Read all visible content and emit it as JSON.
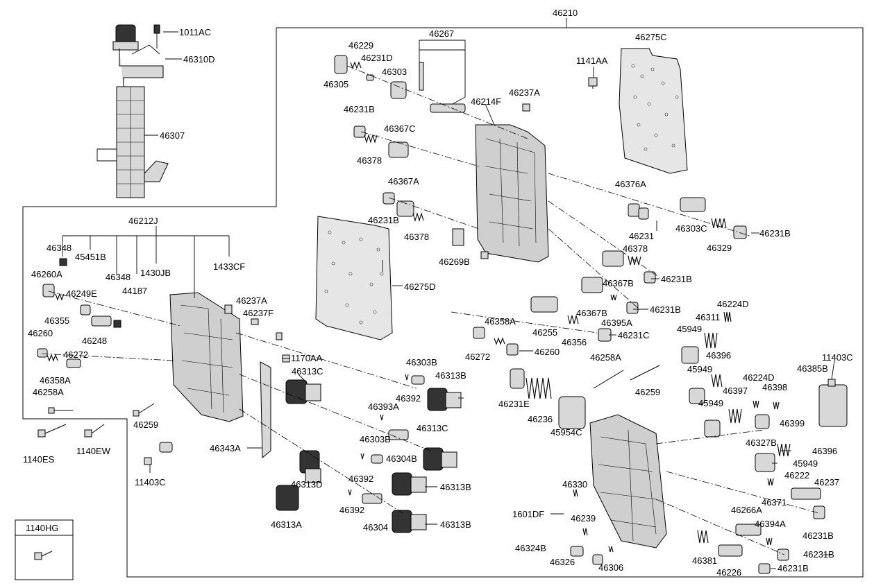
{
  "labels": {
    "l46210": "46210",
    "l1011AC": "1011AC",
    "l46310D": "46310D",
    "l46307": "46307",
    "l46267": "46267",
    "l46229": "46229",
    "l46231D": "46231D",
    "l46303": "46303",
    "l46305": "46305",
    "l46275C": "46275C",
    "l1141AA": "1141AA",
    "l46237A_top": "46237A",
    "l46214F": "46214F",
    "l46231B_1": "46231B",
    "l46367C": "46367C",
    "l46378_1": "46378",
    "l46367A": "46367A",
    "l46231B_2": "46231B",
    "l46378_2": "46378",
    "l46269B": "46269B",
    "l46275D": "46275D",
    "l46376A": "46376A",
    "l46231_a": "46231",
    "l46303C": "46303C",
    "l46329": "46329",
    "l46231B_3": "46231B",
    "l46378_3": "46378",
    "l46367B_1": "46367B",
    "l46231B_4": "46231B",
    "l46367B_2": "46367B",
    "l46231B_5": "46231B",
    "l46395A": "46395A",
    "l46255": "46255",
    "l46356": "46356",
    "l46231C": "46231C",
    "l46358A_1": "46358A",
    "l46272_1": "46272",
    "l46260_1": "46260",
    "l46212J": "46212J",
    "l46348_1": "46348",
    "l45451B": "45451B",
    "l1430JB": "1430JB",
    "l1433CF": "1433CF",
    "l46260A": "46260A",
    "l46348_2": "46348",
    "l44187": "44187",
    "l46249E": "46249E",
    "l46237A_left": "46237A",
    "l46237F": "46237F",
    "l46355": "46355",
    "l46248": "46248",
    "l46260_2": "46260",
    "l46272_2": "46272",
    "l46358A_2": "46358A",
    "l46258A_1": "46258A",
    "l1170AA": "1170AA",
    "l46313C_1": "46313C",
    "l46259_1": "46259",
    "l1140ES": "1140ES",
    "l1140EW": "1140EW",
    "l11403C_1": "11403C",
    "l46343A": "46343A",
    "l46303B_1": "46303B",
    "l46313B_1": "46313B",
    "l46392_1": "46392",
    "l46393A": "46393A",
    "l46303B_2": "46303B",
    "l46313C_2": "46313C",
    "l46304B": "46304B",
    "l46392_2": "46392",
    "l46313D": "46313D",
    "l46313B_2": "46313B",
    "l46392_3": "46392",
    "l46313A": "46313A",
    "l46304": "46304",
    "l46313B_3": "46313B",
    "l1140HG": "1140HG",
    "l46258A_2": "46258A",
    "l46259_2": "46259",
    "l46231E": "46231E",
    "l46236": "46236",
    "l45954C": "45954C",
    "l46224D_1": "46224D",
    "l46311": "46311",
    "l45949_1": "45949",
    "l46396_1": "46396",
    "l45949_2": "45949",
    "l46224D_2": "46224D",
    "l46397": "46397",
    "l46398": "46398",
    "l45949_3": "45949",
    "l46399": "46399",
    "l46327B": "46327B",
    "l46385B": "46385B",
    "l11403C_2": "11403C",
    "l46396_2": "46396",
    "l45949_4": "45949",
    "l46222": "46222",
    "l46237": "46237",
    "l46371": "46371",
    "l46231B_6": "46231B",
    "l46330": "46330",
    "l1601DF": "1601DF",
    "l46239": "46239",
    "l46266A": "46266A",
    "l46394A": "46394A",
    "l46231B_7": "46231B",
    "l46324B": "46324B",
    "l46326": "46326",
    "l46306": "46306",
    "l46381": "46381",
    "l46226": "46226",
    "l46231B_8": "46231B"
  }
}
